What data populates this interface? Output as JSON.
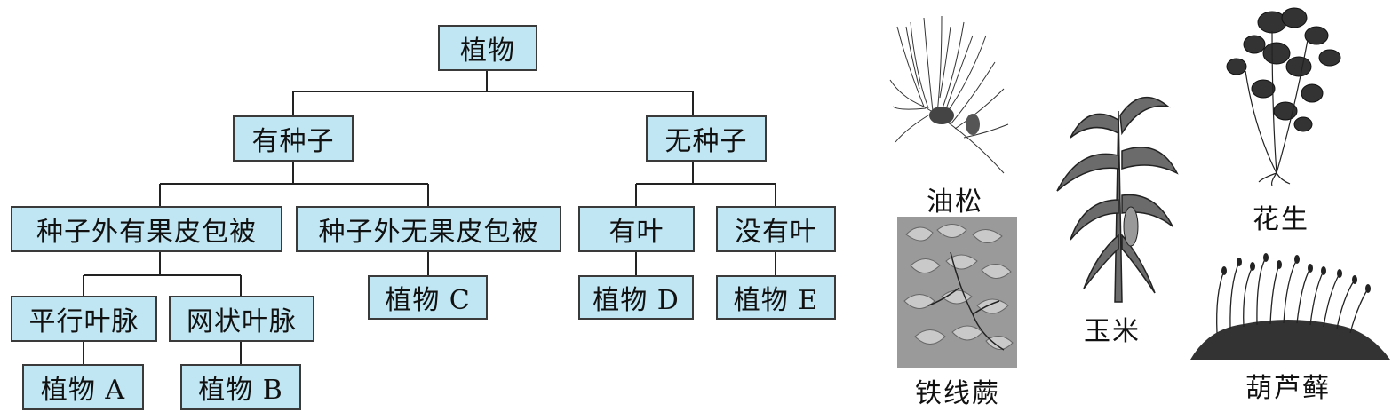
{
  "tree": {
    "root": "植物",
    "seed": "有种子",
    "noseed": "无种子",
    "fruit_covered": "种子外有果皮包被",
    "fruit_uncovered": "种子外无果皮包被",
    "has_leaf": "有叶",
    "no_leaf": "没有叶",
    "parallel_vein": "平行叶脉",
    "net_vein": "网状叶脉",
    "plant_a": "植物 A",
    "plant_b": "植物 B",
    "plant_c": "植物 C",
    "plant_d": "植物 D",
    "plant_e": "植物 E"
  },
  "plants": {
    "youso": "油松",
    "fern": "铁线蕨",
    "corn": "玉米",
    "peanut": "花生",
    "moss": "葫芦藓"
  },
  "colors": {
    "box_fill": "#bfe6f2",
    "box_border": "#3a3a3a",
    "line": "#222222"
  }
}
